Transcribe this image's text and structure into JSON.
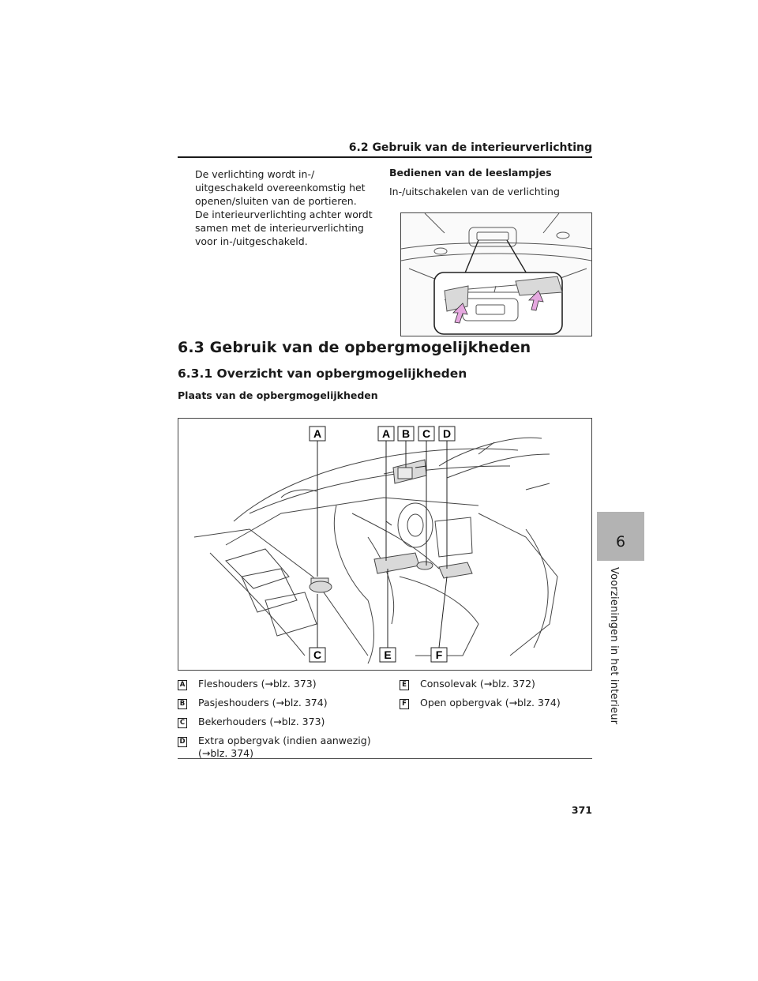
{
  "header": {
    "section_title": "6.2  Gebruik van de interieurverlichting"
  },
  "intro": {
    "paragraph": "De verlichting wordt in-/ uitgeschakeld overeenkomstig het openen/sluiten van de portieren. De interieurverlichting achter wordt samen met de interieurverlichting voor in-/uitgeschakeld."
  },
  "reading_lamps": {
    "heading": "Bedienen van de leeslampjes",
    "text": "In-/uitschakelen van de verlichting"
  },
  "section": {
    "h2": "6.3  Gebruik van de opbergmogelijkheden",
    "h3": "6.3.1  Overzicht van opbergmogelijkheden",
    "h4": "Plaats van de opbergmogelijkheden"
  },
  "figure": {
    "callouts_top": [
      "A",
      "A",
      "B",
      "C",
      "D"
    ],
    "callouts_bottom": [
      "C",
      "E",
      "F"
    ]
  },
  "legend": [
    {
      "key": "A",
      "text": "Fleshouders (→blz. 373)"
    },
    {
      "key": "B",
      "text": "Pasjeshouders (→blz. 374)"
    },
    {
      "key": "C",
      "text": "Bekerhouders (→blz. 373)"
    },
    {
      "key": "D",
      "text": "Extra opbergvak (indien aanwezig) (→blz. 374)"
    },
    {
      "key": "E",
      "text": "Consolevak (→blz. 372)"
    },
    {
      "key": "F",
      "text": "Open opbergvak (→blz. 374)"
    }
  ],
  "page_number": "371",
  "side_tab": {
    "number": "6",
    "label": "Voorzieningen in het interieur"
  }
}
